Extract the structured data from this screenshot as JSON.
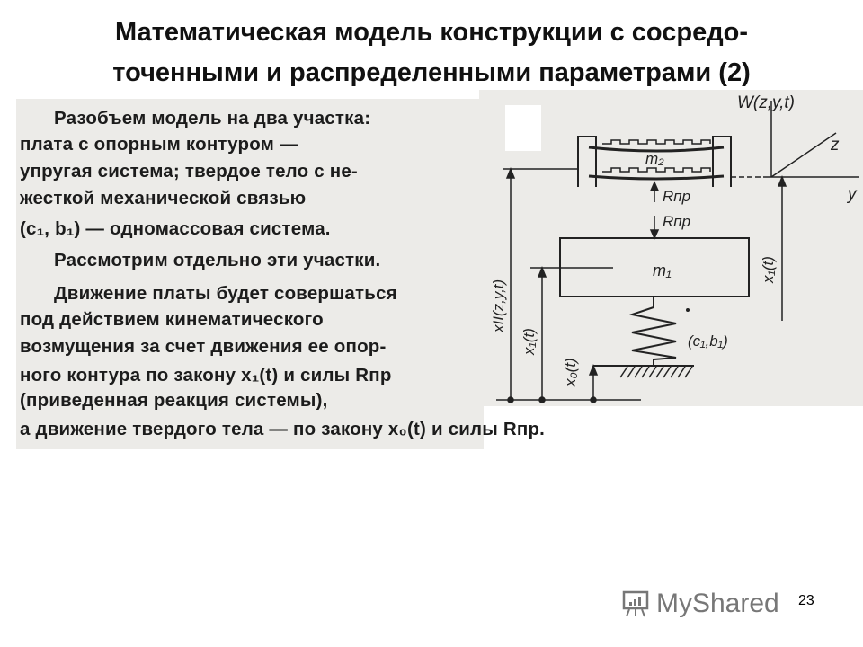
{
  "title": {
    "line1": "Математическая модель конструкции с сосредо-",
    "line2": "точенными и распределенными параметрами (2)"
  },
  "body_lines": [
    "Разобъем модель на два участка:",
    "плата с опорным контуром —",
    "упругая система; твердое тело с не-",
    "жесткой механической связью",
    "(c₁, b₁) — одномассовая система.",
    "Рассмотрим отдельно эти участки.",
    "Движение платы будет совершаться",
    "под действием кинематического",
    "возмущения за счет движения ее опор-",
    "ного контура по закону x₁(t) и силы Rпр",
    "(приведенная реакция системы),",
    "а движение твердого тела — по закону x₀(t) и силы Rпр."
  ],
  "diagram": {
    "w_label": "W(z,y,t)",
    "z_label": "z",
    "y_label": "y",
    "m2_label": "m₂",
    "m1_label": "m₁",
    "r_up_label": "Rпр",
    "r_down_label": "Rпр",
    "spring_label": "(c₁,b₁)",
    "x2_label": "xII(z,y,t)",
    "x1_left_label": "x₁(t)",
    "x0_label": "x₀(t)",
    "x1_right_label": "x₁(t)"
  },
  "footer": {
    "logo_text": "MyShared",
    "page_number": "23"
  }
}
